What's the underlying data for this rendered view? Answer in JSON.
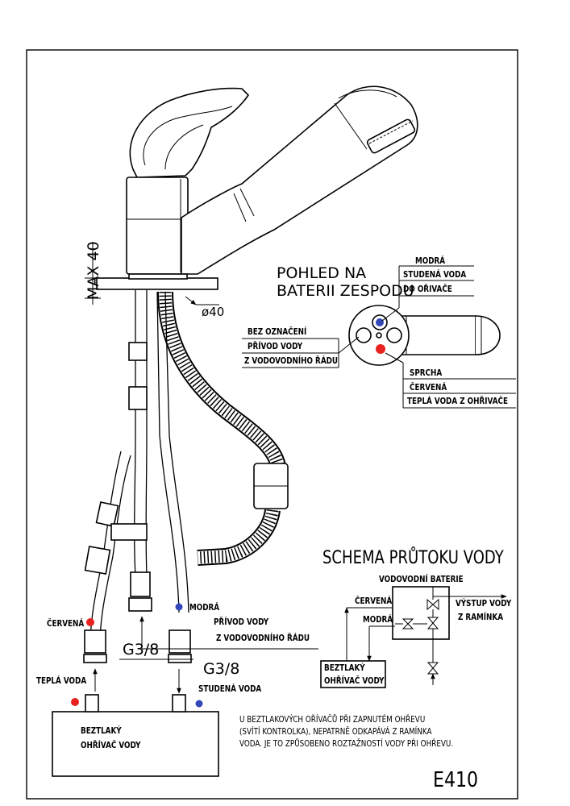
{
  "colors": {
    "red": "#e8221e",
    "blue": "#3347b8",
    "ink": "#000000"
  },
  "dimensions": {
    "max": "MAX 40",
    "diameter": "ø40",
    "thread_left": "G3/8",
    "thread_right": "G3/8"
  },
  "bottom_view": {
    "title_line1": "POHLED NA",
    "title_line2": "BATERII ZESPODU",
    "blue_label": [
      "MODRÁ",
      "STUDENÁ VODA",
      "DO OŘIVAČE"
    ],
    "plain_label": [
      "BEZ OZNAČENÍ",
      "PŘÍVOD VODY",
      "Z VODOVODNÍHO ŘÁDU"
    ],
    "red_label": [
      "SPRCHA",
      "ČERVENÁ",
      "TEPLÁ VODA Z OHŘIVAČE"
    ]
  },
  "installation": {
    "red_tag": "ČERVENÁ",
    "blue_tag": "MODRÁ",
    "supply_line1": "PŘÍVOD VODY",
    "supply_line2": "Z VODOVODNÍHO ŘÁDU",
    "hot_water": "TEPLÁ VODA",
    "cold_water": "STUDENÁ VODA",
    "heater_line1": "BEZTLAKÝ",
    "heater_line2": "OHŘÍVAČ VODY"
  },
  "flow_schema": {
    "title": "SCHEMA PRŮTOKU VODY",
    "mains_battery": "VODOVODNÍ BATERIE",
    "red": "ČERVENÁ",
    "blue": "MODRÁ",
    "outlet_line1": "VÝSTUP VODY",
    "outlet_line2": "Z RAMÍNKA",
    "heater_line1": "BEZTLAKÝ",
    "heater_line2": "OHŘÍVAČ VODY"
  },
  "note": [
    "U BEZTLAKOVÝCH OŘÍVAČŮ PŘI ZAPNUTÉM OHŘEVU",
    "(SVÍTÍ KONTROLKA), NEPATRNĚ ODKAPÁVÁ Z RAMÍNKA",
    "VODA. JE TO ZPŮSOBENO ROZTAŽNOSTÍ VODY PŘI OHŘEVU."
  ],
  "model": "E410"
}
